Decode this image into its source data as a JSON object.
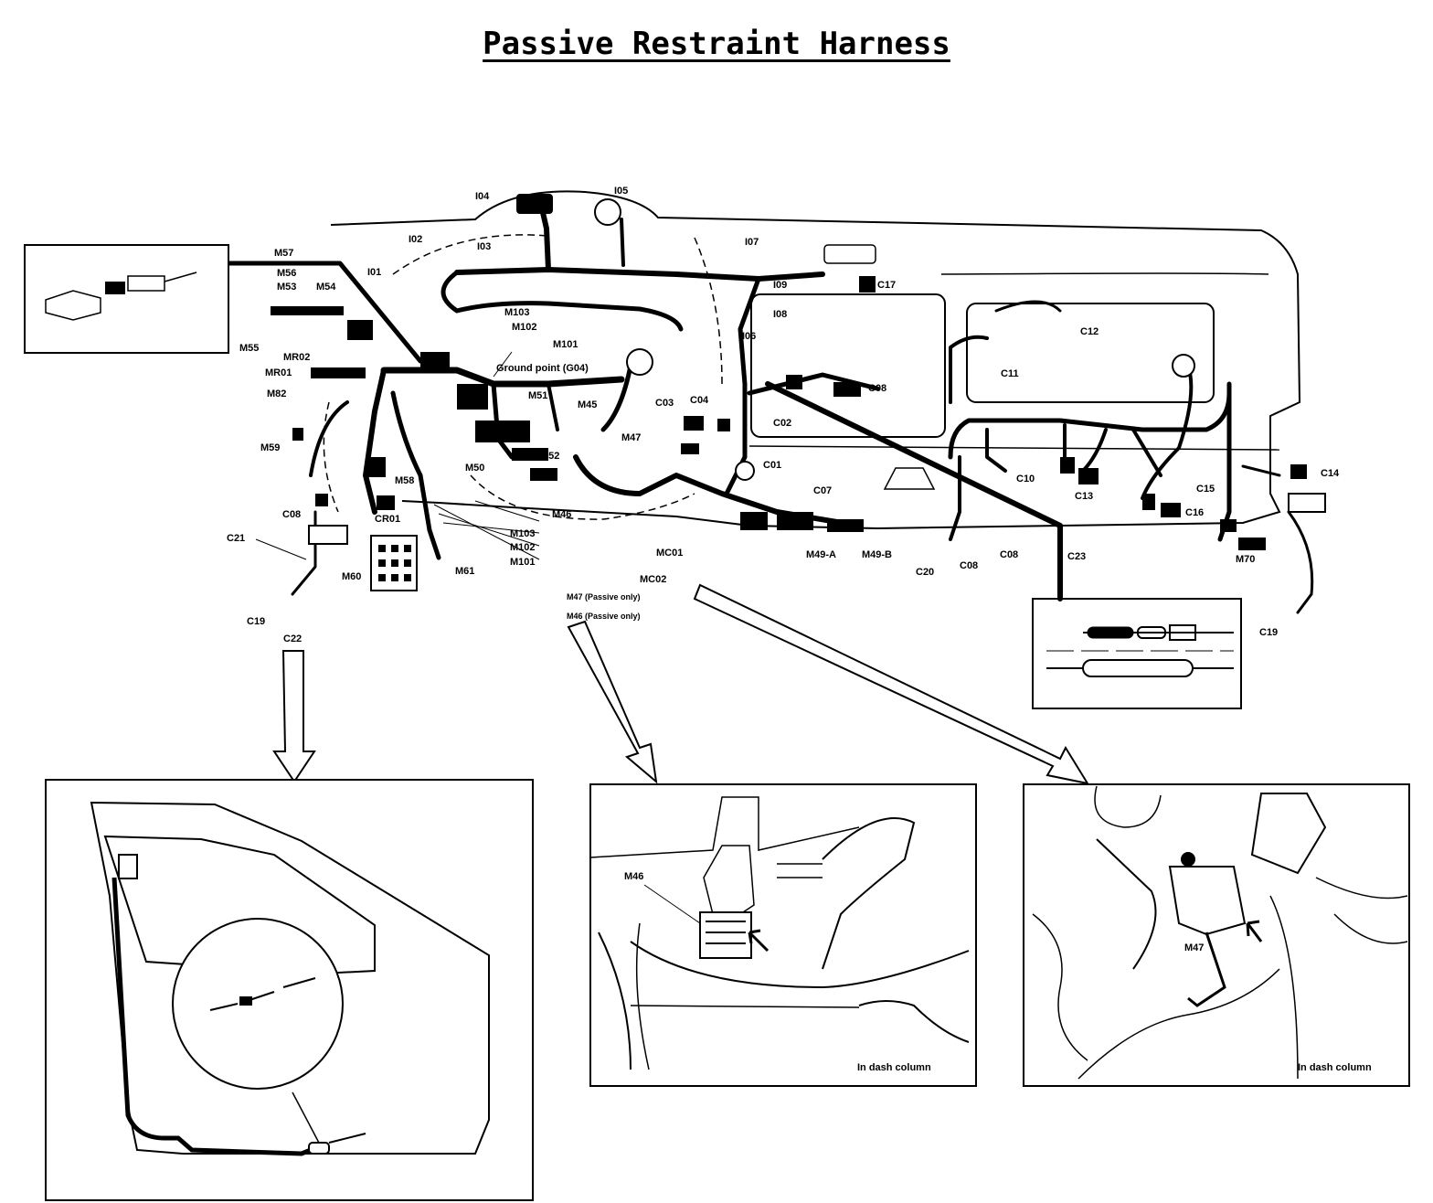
{
  "title": "Passive Restraint Harness",
  "labels": {
    "I01": "I01",
    "I02": "I02",
    "I03": "I03",
    "I04": "I04",
    "I05": "I05",
    "I06": "I06",
    "I07": "I07",
    "I08": "I08",
    "I09": "I09",
    "M57": "M57",
    "M56": "M56",
    "M53": "M53",
    "M54": "M54",
    "M55": "M55",
    "MR02": "MR02",
    "MR01": "MR01",
    "M82": "M82",
    "M59": "M59",
    "M58": "M58",
    "M103": "M103",
    "M102": "M102",
    "M101": "M101",
    "ground": "Ground point (G04)",
    "M51": "M51",
    "M45": "M45",
    "M47": "M47",
    "M50": "M50",
    "M52": "M52",
    "M46": "M46",
    "C03": "C03",
    "C04": "C04",
    "C02": "C02",
    "C01": "C01",
    "C07": "C07",
    "C08a": "C08",
    "C08b": "C08",
    "C08c": "C08",
    "C08d": "C08",
    "C17": "C17",
    "C12": "C12",
    "C11": "C11",
    "C10": "C10",
    "C13": "C13",
    "C15": "C15",
    "C16": "C16",
    "C14": "C14",
    "C19a": "C19",
    "C19b": "C19",
    "C20": "C20",
    "C21": "C21",
    "C22": "C22",
    "C23": "C23",
    "CR01": "CR01",
    "M60": "M60",
    "M61": "M61",
    "M70": "M70",
    "M49A": "M49-A",
    "M49B": "M49-B",
    "MC01": "MC01",
    "MC02": "MC02",
    "M103b": "M103",
    "M102b": "M102",
    "M101b": "M101",
    "M47p": "M47 (Passive only)",
    "M46p": "M46 (Passive only)"
  },
  "panels": {
    "middle": {
      "label": "M46",
      "caption": "In dash column"
    },
    "right": {
      "label": "M47",
      "caption": "In dash column"
    }
  }
}
